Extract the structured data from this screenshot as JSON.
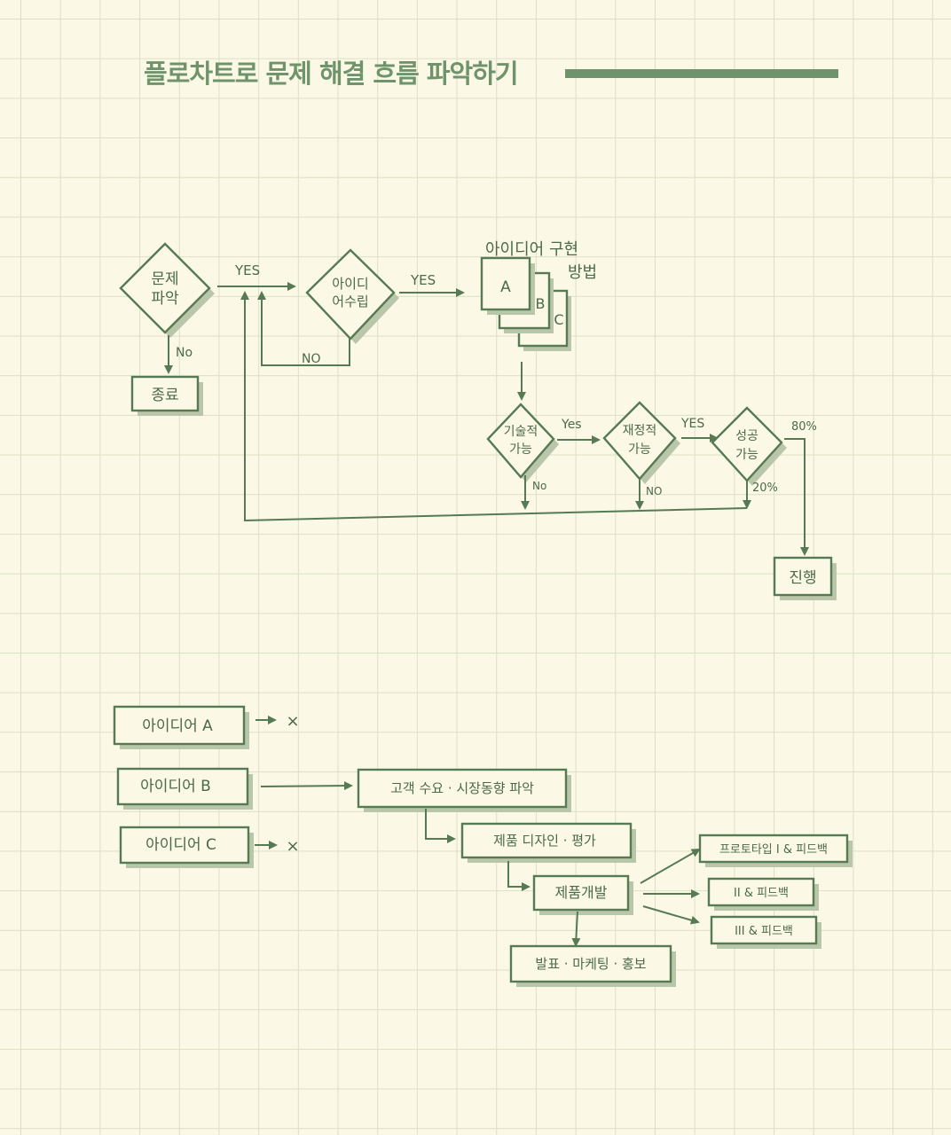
{
  "header": {
    "title": "플로차트로 문제 해결 흐름 파악하기"
  },
  "flow1": {
    "problem": [
      "문제",
      "파악"
    ],
    "end": "종료",
    "ideas": [
      "아이디",
      "어수립"
    ],
    "methods_label": [
      "아이디어 구현",
      "방법"
    ],
    "method_a": "A",
    "method_b": "B",
    "method_c": "C",
    "tech": [
      "기술적",
      "가능"
    ],
    "finance": [
      "재정적",
      "가능"
    ],
    "success": [
      "성공",
      "가능"
    ],
    "proceed": "진행",
    "yes": "YES",
    "yes_lower": "Yes",
    "no": "NO",
    "no_mixed": "No",
    "pct_80": "80%",
    "pct_20": "20%"
  },
  "flow2": {
    "idea_a": "아이디어 A",
    "idea_b": "아이디어 B",
    "idea_c": "아이디어 C",
    "reject": "×",
    "research": "고객 수요 · 시장동향 파악",
    "design": "제품 디자인 · 평가",
    "develop": "제품개발",
    "launch": "발표 · 마케팅 · 홍보",
    "proto1": "프로토타입 I & 피드백",
    "proto2": "II & 피드백",
    "proto3": "III & 피드백"
  }
}
